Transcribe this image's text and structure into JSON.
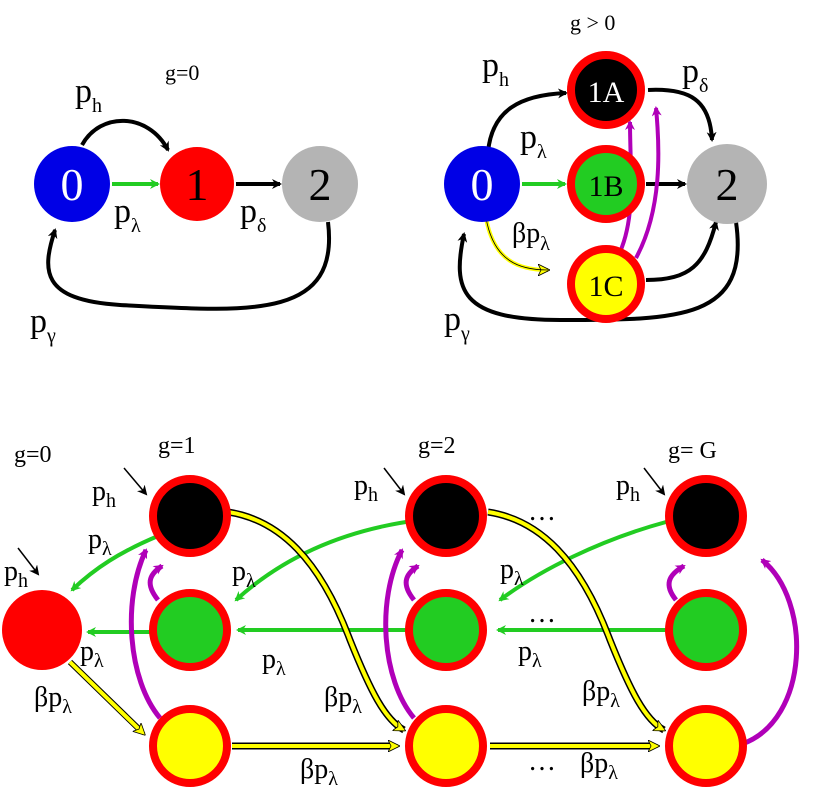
{
  "colors": {
    "blue": "#0000e6",
    "red": "#ff0000",
    "grey": "#b4b4b4",
    "black": "#000000",
    "green": "#22cc22",
    "yellow": "#ffff00",
    "purple": "#b000b8",
    "outline": "#ff0000"
  },
  "top_left": {
    "title": "g=0",
    "nodes": {
      "n0": "0",
      "n1": "1",
      "n2": "2"
    },
    "labels": {
      "ph_base": "p",
      "ph_sub": "h",
      "pl_base": "p",
      "pl_sub": "λ",
      "pd_base": "p",
      "pd_sub": "δ",
      "pg_base": "p",
      "pg_sub": "γ"
    }
  },
  "top_right": {
    "title": "g > 0",
    "nodes": {
      "n0": "0",
      "n1a": "1A",
      "n1b": "1B",
      "n1c": "1C",
      "n2": "2"
    },
    "labels": {
      "ph_base": "p",
      "ph_sub": "h",
      "pl_base": "p",
      "pl_sub": "λ",
      "pd_base": "p",
      "pd_sub": "δ",
      "pg_base": "p",
      "pg_sub": "γ",
      "bpl_beta": "β",
      "bpl_base": "p",
      "bpl_sub": "λ"
    }
  },
  "bottom": {
    "titles": {
      "g0": "g=0",
      "g1": "g=1",
      "g2": "g=2",
      "gG": "g= G"
    },
    "ellipsis": "…",
    "p": "p",
    "h": "h",
    "lambda": "λ",
    "beta": "β"
  }
}
